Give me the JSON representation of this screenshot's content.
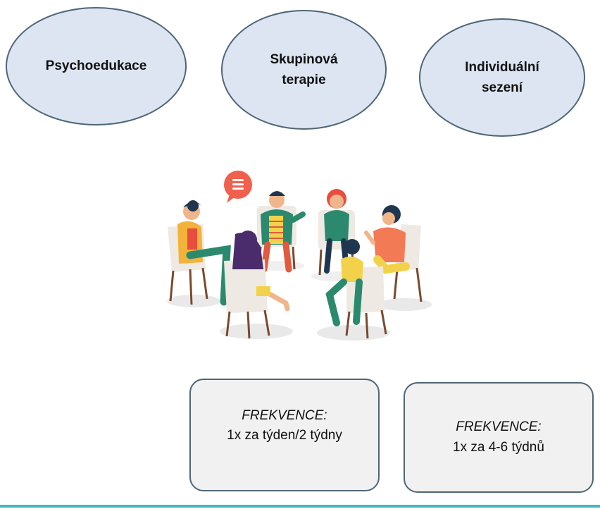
{
  "ovals": [
    {
      "label": "Psychoedukace"
    },
    {
      "label": "Skupinová\nterapie"
    },
    {
      "label": "Individuální\nsezení"
    }
  ],
  "frequency_boxes": [
    {
      "label": "FREKVENCE:",
      "value": "1x za týden/2 týdny"
    },
    {
      "label": "FREKVENCE:",
      "value": "1x za 4-6 týdnů"
    }
  ],
  "illustration": {
    "subject": "group-therapy-circle-icon"
  },
  "colors": {
    "oval_fill": "#dde5f2",
    "oval_border": "#4e6677",
    "box_fill": "#f1f1f1",
    "accent_line": "#3fb8c4",
    "speech_bubble": "#f0604d"
  }
}
